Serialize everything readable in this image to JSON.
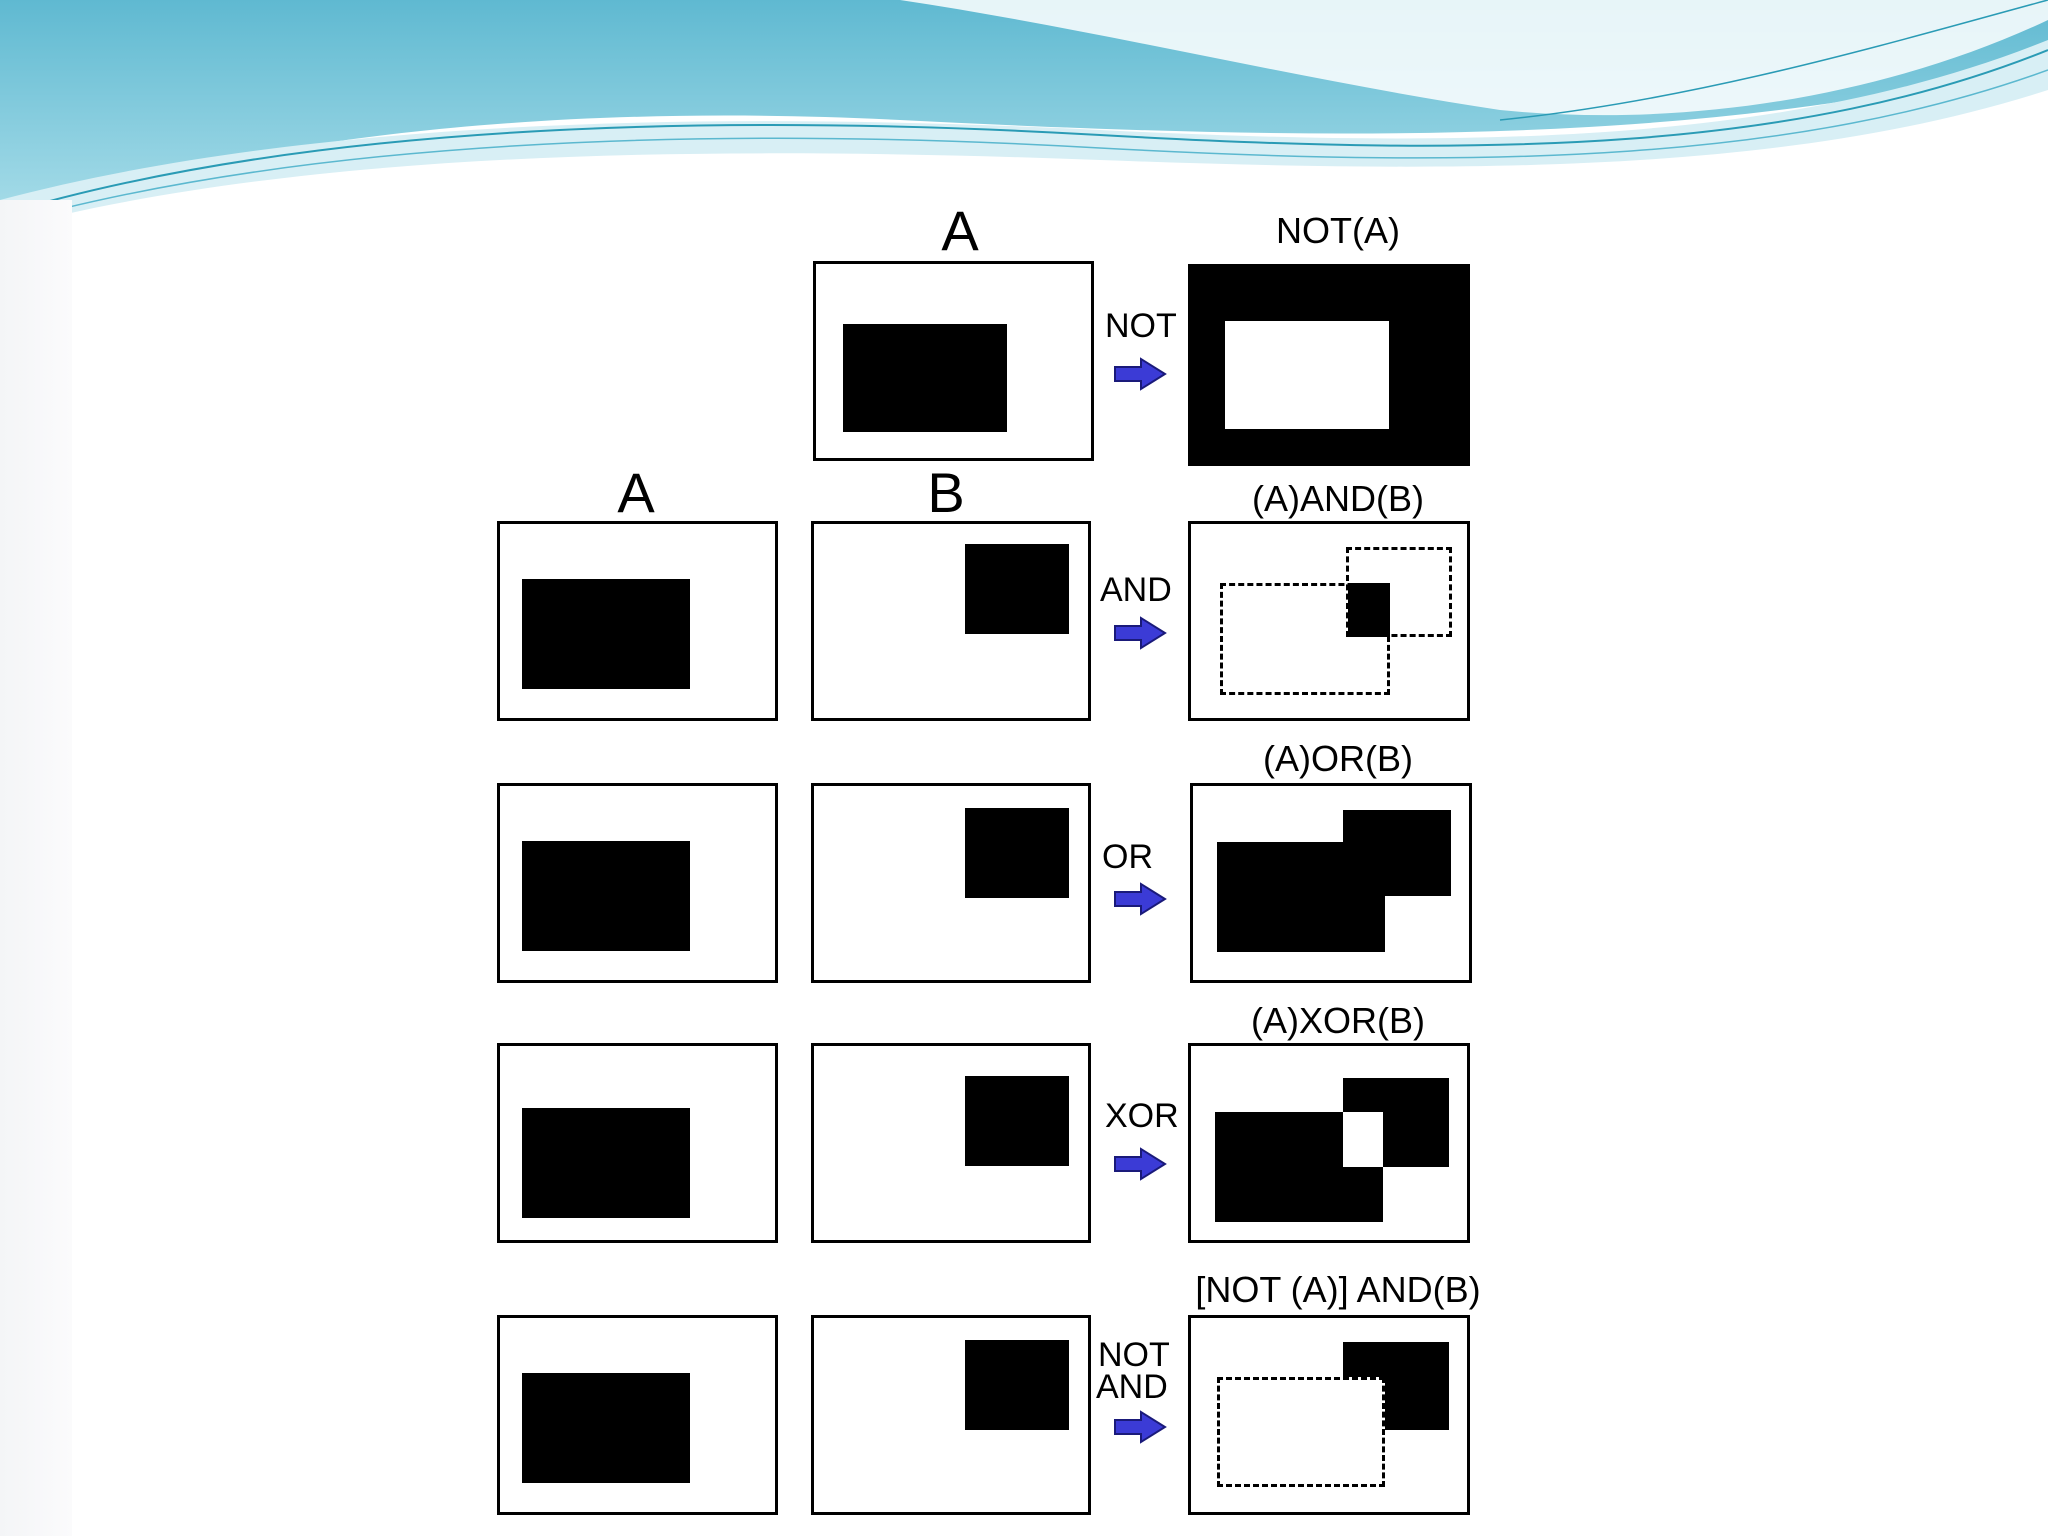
{
  "header": {
    "colors": {
      "wave_dark": "#6ec3d6",
      "wave_light": "#a9dde9",
      "wave_pale": "#d8eff5",
      "line": "#2a9bb5"
    }
  },
  "column_labels": {
    "a_top": "A",
    "a": "A",
    "b": "B"
  },
  "rows": [
    {
      "operator": "NOT",
      "result_label": "NOT(A)"
    },
    {
      "operator": "AND",
      "result_label": "(A)AND(B)"
    },
    {
      "operator": "OR",
      "result_label": "(A)OR(B)"
    },
    {
      "operator": "XOR",
      "result_label": "(A)XOR(B)"
    },
    {
      "operator_line1": "NOT",
      "operator_line2": "AND",
      "result_label": "[NOT (A)] AND(B)"
    }
  ],
  "colors": {
    "arrow_fill": "#3b3bd6",
    "arrow_stroke": "#1a1a7a",
    "ink": "#000000"
  }
}
